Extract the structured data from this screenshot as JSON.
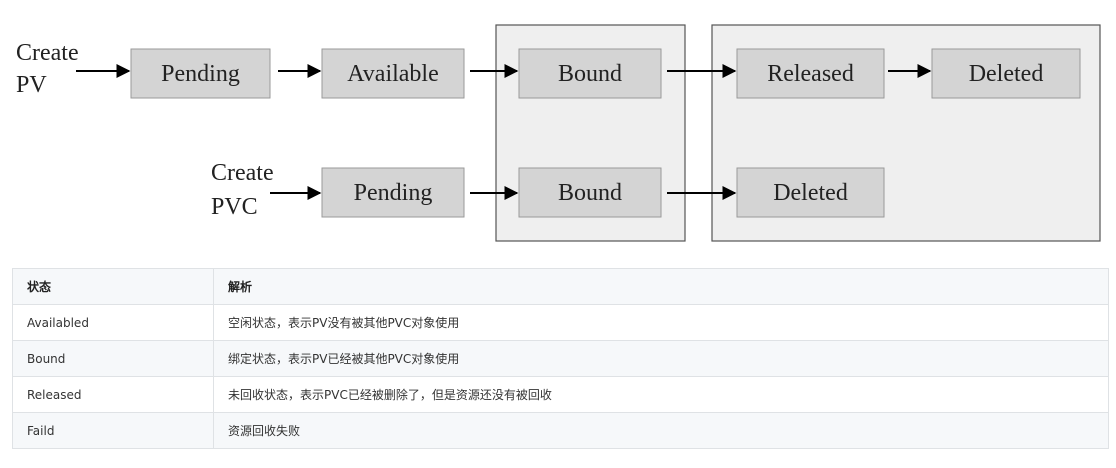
{
  "diagram": {
    "nodes": {
      "start_pv": "Create\nPV",
      "pv_pending": "Pending",
      "pv_available": "Available",
      "pv_bound": "Bound",
      "pv_released": "Released",
      "pv_deleted": "Deleted",
      "start_pvc": "Create\nPVC",
      "pvc_pending": "Pending",
      "pvc_bound": "Bound",
      "pvc_deleted": "Deleted"
    },
    "edges": [
      [
        "start_pv",
        "pv_pending"
      ],
      [
        "pv_pending",
        "pv_available"
      ],
      [
        "pv_available",
        "pv_bound"
      ],
      [
        "pv_bound",
        "pv_released"
      ],
      [
        "pv_released",
        "pv_deleted"
      ],
      [
        "start_pvc",
        "pvc_pending"
      ],
      [
        "pvc_pending",
        "pvc_bound"
      ],
      [
        "pvc_bound",
        "pvc_deleted"
      ]
    ]
  },
  "table": {
    "headers": [
      "状态",
      "解析"
    ],
    "rows": [
      [
        "Availabled",
        "空闲状态，表示PV没有被其他PVC对象使用"
      ],
      [
        "Bound",
        "绑定状态，表示PV已经被其他PVC对象使用"
      ],
      [
        "Released",
        "未回收状态，表示PVC已经被删除了，但是资源还没有被回收"
      ],
      [
        "Faild",
        "资源回收失败"
      ]
    ]
  }
}
